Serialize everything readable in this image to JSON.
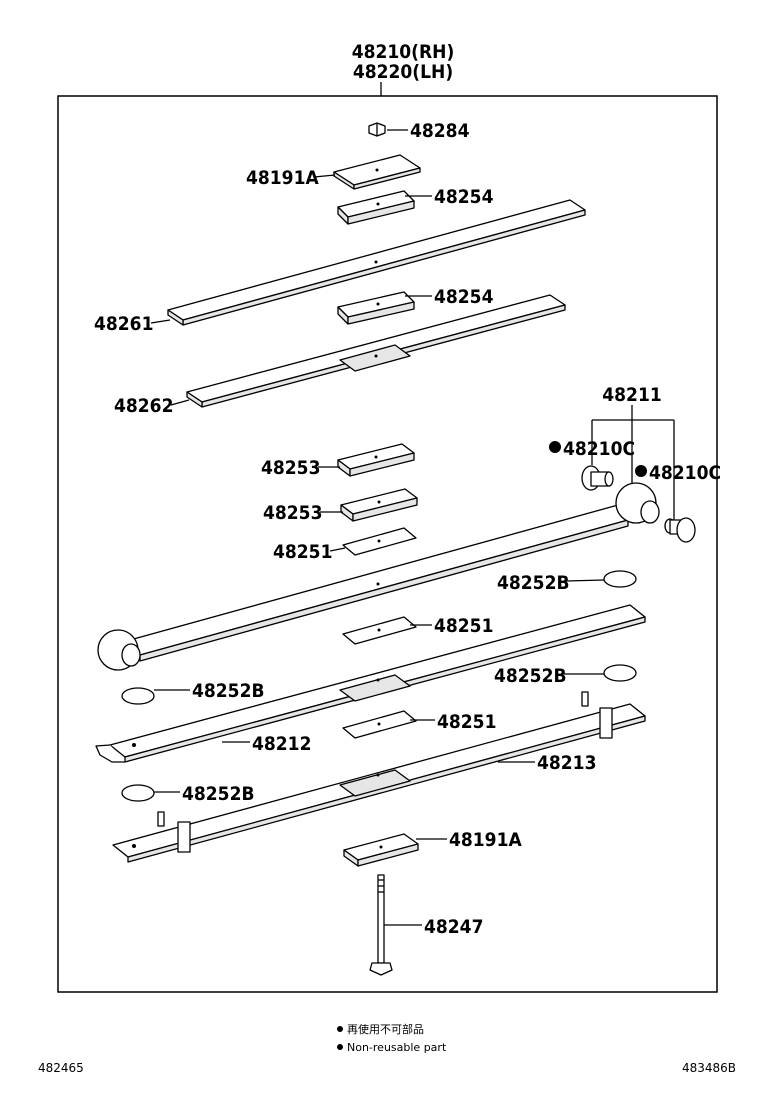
{
  "assembly": {
    "rh": "48210(RH)",
    "lh": "48220(LH)"
  },
  "parts": {
    "p48284": "48284",
    "p48191a_top": "48191A",
    "p48254_top": "48254",
    "p48261": "48261",
    "p48254_mid": "48254",
    "p48262": "48262",
    "p48211": "48211",
    "p48210c_left": "48210C",
    "p48210c_right": "48210C",
    "p48253_a": "48253",
    "p48253_b": "48253",
    "p48251_a": "48251",
    "p48252b_a": "48252B",
    "p48251_b": "48251",
    "p48252b_b": "48252B",
    "p48252b_c": "48252B",
    "p48212": "48212",
    "p48251_c": "48251",
    "p48213": "48213",
    "p48252b_d": "48252B",
    "p48191a_bottom": "48191A",
    "p48247": "48247"
  },
  "legend": {
    "jp": "再使用不可部品",
    "en": "Non-reusable part"
  },
  "footer": {
    "left_code": "482465",
    "right_code": "483486B"
  }
}
